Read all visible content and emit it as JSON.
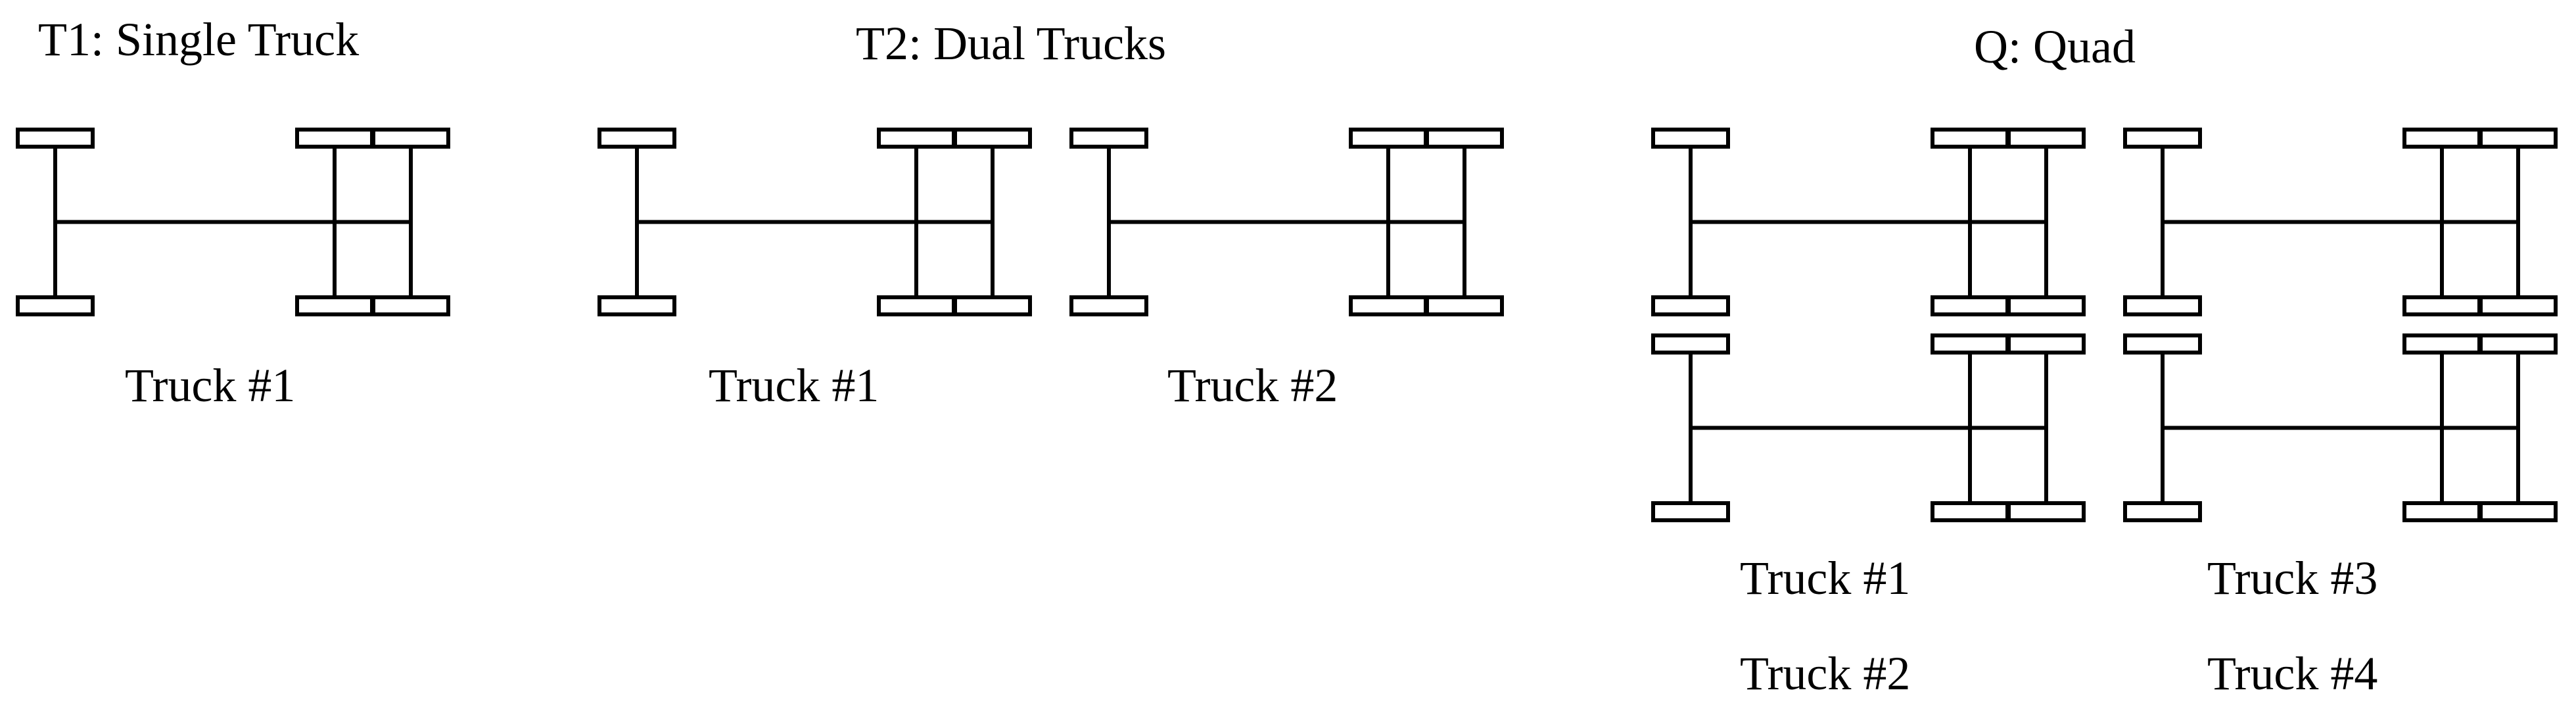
{
  "titles": {
    "t1": "T1: Single Truck",
    "t2": "T2: Dual Trucks",
    "quad": "Q: Quad"
  },
  "labels": {
    "t1_truck1": "Truck #1",
    "t2_truck1": "Truck #1",
    "t2_truck2": "Truck #2",
    "q_truck1": "Truck #1",
    "q_truck2": "Truck #2",
    "q_truck3": "Truck #3",
    "q_truck4": "Truck #4"
  },
  "colors": {
    "stroke": "#000000",
    "background": "#ffffff"
  }
}
